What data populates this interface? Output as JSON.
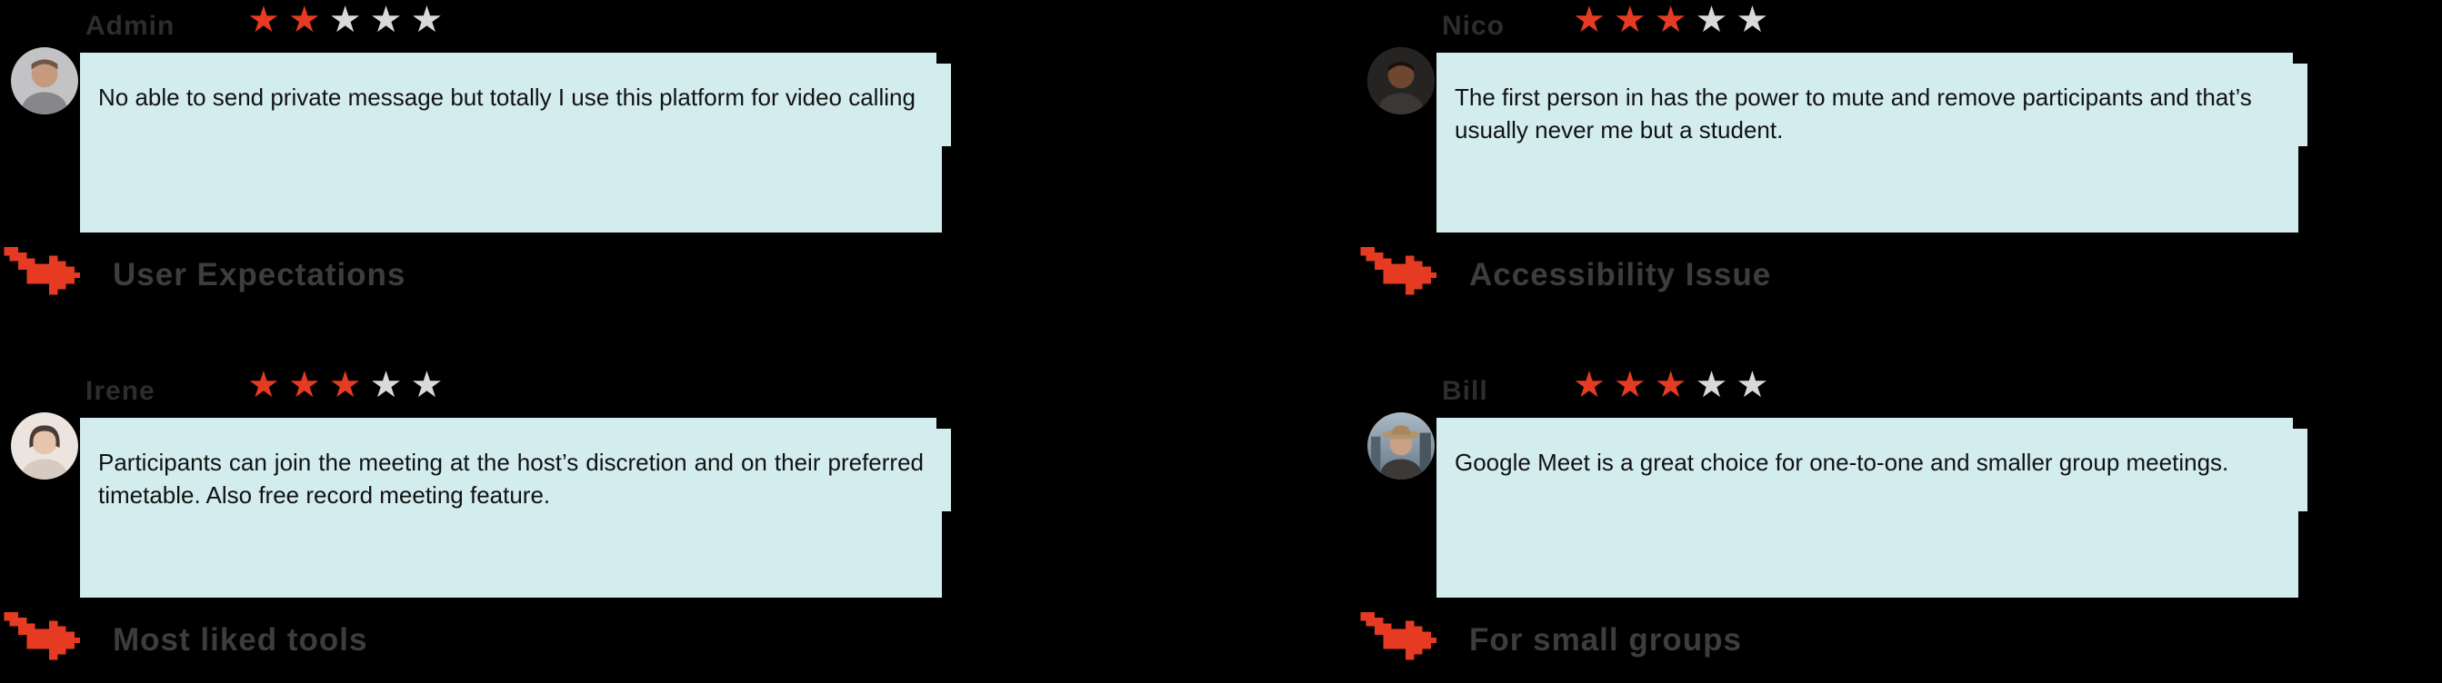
{
  "board": {
    "background": "#000000"
  },
  "colors": {
    "bubble_bg": "#d3ecee",
    "review_text": "#121212",
    "star_filled": "#e63b22",
    "star_empty": "#d9d9d9",
    "arrow": "#e63b22",
    "name_text": "#2d2d2d",
    "label_text": "#3d3d3d"
  },
  "cards": [
    {
      "name": "Admin",
      "rating": 2,
      "max_rating": 5,
      "review": "No able to send private message but totally I use this platform for video calling",
      "category": "User Expectations"
    },
    {
      "name": "Nico",
      "rating": 3,
      "max_rating": 5,
      "review": "The first person in has the power to mute and remove participants and that’s usually never me but a student.",
      "category": "Accessibility Issue"
    },
    {
      "name": "Irene",
      "rating": 3,
      "max_rating": 5,
      "review": "Participants can join the meeting at the host’s discretion and on their preferred timetable. Also free record meeting feature.",
      "category": "Most liked tools"
    },
    {
      "name": "Bill",
      "rating": 3,
      "max_rating": 5,
      "review": "Google Meet is a great choice for one-to-one and smaller group meetings.",
      "category": "For small groups"
    }
  ]
}
